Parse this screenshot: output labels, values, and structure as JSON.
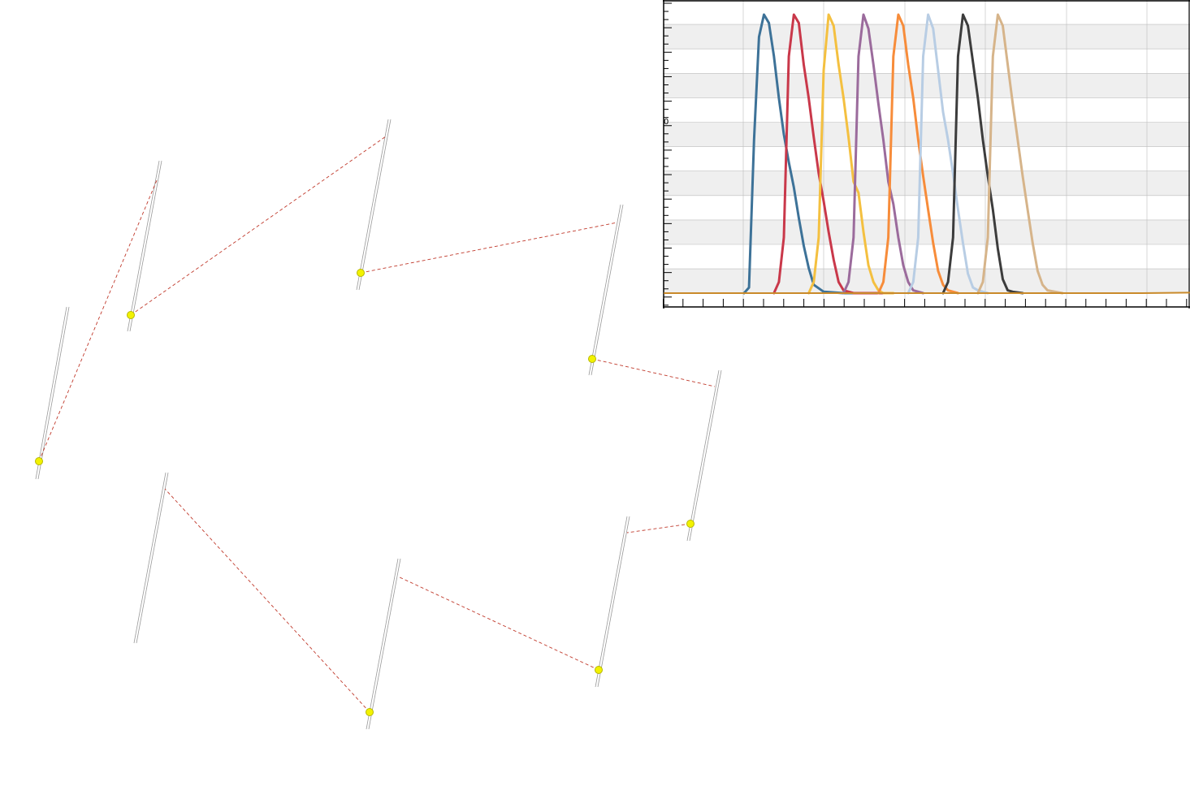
{
  "colors": {
    "background": "#ffffff",
    "stripe": "#efefef",
    "grid": "#bdbdbd",
    "axis": "#000000",
    "link": "#c0392b",
    "sensor_track": "#999999",
    "node_fill": "#f2f200",
    "node_stroke": "#b7b700"
  },
  "scene": {
    "description_hint": "",
    "nodes": [
      {
        "id": "n1",
        "label": ""
      },
      {
        "id": "n2",
        "label": ""
      },
      {
        "id": "n3",
        "label": ""
      },
      {
        "id": "n4",
        "label": ""
      },
      {
        "id": "n5",
        "label": ""
      },
      {
        "id": "n6",
        "label": ""
      },
      {
        "id": "n7",
        "label": ""
      },
      {
        "id": "n8",
        "label": ""
      }
    ]
  },
  "chart_data": {
    "type": "line",
    "title": "",
    "xlabel": "",
    "ylabel": "",
    "tick_label_fragment": "0",
    "grid": true,
    "legend": "none",
    "background_bands": true,
    "series": [
      {
        "color": "#3d7298",
        "x": [
          0,
          0.5,
          1,
          1.5,
          2,
          2.5,
          3,
          3.5,
          4,
          4.5,
          5,
          5.5,
          6,
          6.5,
          7,
          8,
          10,
          14
        ],
        "y": [
          0,
          0.02,
          0.55,
          0.92,
          1.0,
          0.97,
          0.85,
          0.7,
          0.57,
          0.47,
          0.38,
          0.27,
          0.17,
          0.09,
          0.03,
          0.005,
          0,
          0
        ]
      },
      {
        "color": "#c9384a",
        "x": [
          3,
          3.5,
          4,
          4.5,
          5,
          5.5,
          6,
          6.5,
          7,
          7.5,
          8,
          8.5,
          9,
          9.5,
          10,
          11,
          14
        ],
        "y": [
          0,
          0.04,
          0.2,
          0.85,
          1.0,
          0.97,
          0.82,
          0.7,
          0.56,
          0.43,
          0.33,
          0.22,
          0.12,
          0.04,
          0.01,
          0,
          0
        ]
      },
      {
        "color": "#f4c040",
        "x": [
          6.5,
          7,
          7.5,
          8,
          8.5,
          9,
          9.5,
          10,
          10.5,
          11,
          11.5,
          12,
          12.5,
          13,
          13.5,
          14,
          15
        ],
        "y": [
          0,
          0.04,
          0.2,
          0.8,
          1.0,
          0.96,
          0.82,
          0.7,
          0.56,
          0.4,
          0.36,
          0.22,
          0.1,
          0.04,
          0.01,
          0,
          0
        ]
      },
      {
        "color": "#9b6b9c",
        "x": [
          10,
          10.5,
          11,
          11.5,
          12,
          12.5,
          13,
          13.5,
          14,
          14.5,
          15,
          15.5,
          16,
          16.5,
          17,
          18
        ],
        "y": [
          0,
          0.04,
          0.2,
          0.85,
          1.0,
          0.95,
          0.82,
          0.68,
          0.55,
          0.4,
          0.32,
          0.2,
          0.1,
          0.04,
          0.01,
          0
        ]
      },
      {
        "color": "#f78c3a",
        "x": [
          13.5,
          14,
          14.5,
          15,
          15.5,
          16,
          16.5,
          17,
          17.5,
          18,
          18.5,
          19,
          19.5,
          20,
          20.5,
          21.5
        ],
        "y": [
          0,
          0.04,
          0.2,
          0.85,
          1.0,
          0.96,
          0.82,
          0.7,
          0.55,
          0.42,
          0.3,
          0.18,
          0.08,
          0.03,
          0.01,
          0
        ]
      },
      {
        "color": "#b8cde4",
        "x": [
          16.5,
          17,
          17.5,
          18,
          18.5,
          19,
          19.5,
          20,
          20.5,
          21,
          21.5,
          22,
          22.5,
          23,
          23.5,
          24.5
        ],
        "y": [
          0,
          0.04,
          0.2,
          0.85,
          1.0,
          0.95,
          0.8,
          0.65,
          0.55,
          0.43,
          0.3,
          0.18,
          0.07,
          0.02,
          0.01,
          0
        ]
      },
      {
        "color": "#3c3c3c",
        "x": [
          20,
          20.5,
          21,
          21.5,
          22,
          22.5,
          23,
          23.5,
          24,
          24.5,
          25,
          25.5,
          26,
          26.5,
          27,
          28
        ],
        "y": [
          0,
          0.04,
          0.2,
          0.85,
          1.0,
          0.96,
          0.83,
          0.7,
          0.55,
          0.42,
          0.3,
          0.16,
          0.05,
          0.01,
          0.005,
          0
        ]
      },
      {
        "color": "#d6b48a",
        "x": [
          23.5,
          24,
          24.5,
          25,
          25.5,
          26,
          26.5,
          27,
          27.5,
          28,
          28.5,
          29,
          29.5,
          30,
          30.5,
          32
        ],
        "y": [
          0,
          0.04,
          0.2,
          0.85,
          1.0,
          0.96,
          0.82,
          0.68,
          0.55,
          0.42,
          0.3,
          0.18,
          0.08,
          0.03,
          0.01,
          0
        ]
      },
      {
        "color": "#c98a2a",
        "x": [
          -8,
          0,
          10,
          20,
          30,
          40,
          48
        ],
        "y": [
          0,
          0,
          0,
          0,
          0,
          0,
          0.003
        ]
      }
    ]
  }
}
